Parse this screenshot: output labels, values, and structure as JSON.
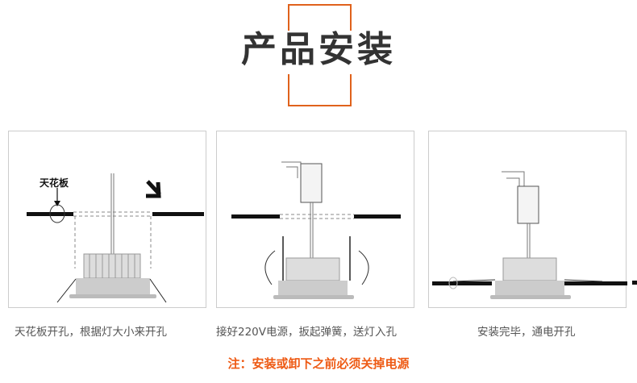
{
  "header": {
    "title": "产品安装",
    "accent_color": "#e0621c"
  },
  "panels": [
    {
      "label": "天花板",
      "caption": "天花板开孔，根据灯大小来开孔"
    },
    {
      "caption": "接好220V电源，扳起弹簧，送灯入孔"
    },
    {
      "caption": "安装完毕，通电开孔"
    }
  ],
  "note": "注：安装或卸下之前必须关掉电源",
  "note_color": "#ee5a14"
}
